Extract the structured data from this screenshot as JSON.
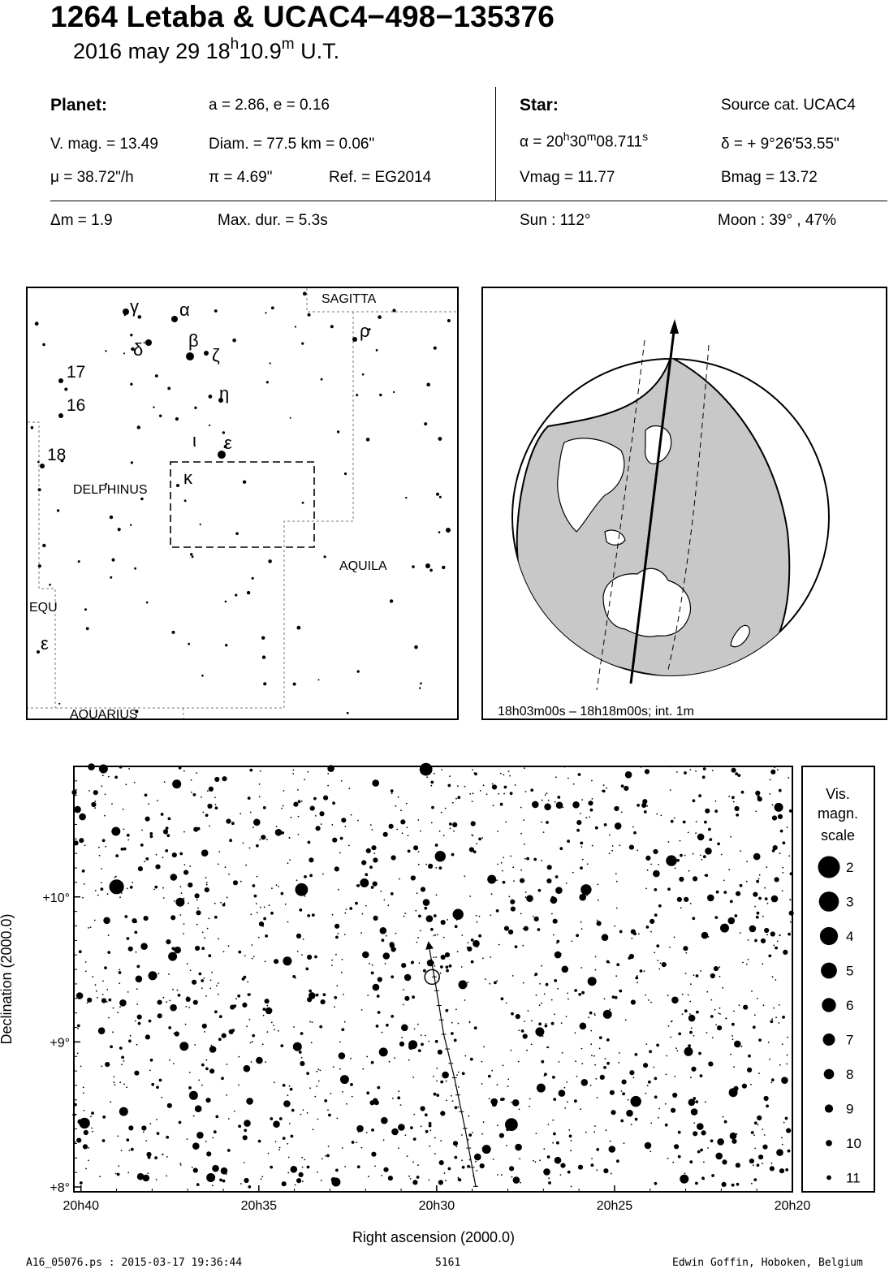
{
  "header": {
    "title": "1264 Letaba  &  UCAC4−498−135376",
    "date": "2016 may 29  18",
    "time_h": "h",
    "time_min": "10.9",
    "time_m": "m",
    "time_ut": " U.T."
  },
  "planet": {
    "label": "Planet:",
    "orbit": "a = 2.86, e = 0.16",
    "vmag": "V. mag. = 13.49",
    "diam": "Diam. = 77.5 km = 0.06\"",
    "mu": "μ =  38.72\"/h",
    "pi": "π =  4.69\"",
    "ref": "Ref. = EG2014"
  },
  "star": {
    "label": "Star:",
    "source": "Source cat.  UCAC4",
    "ra_prefix": "α = 20",
    "ra_h": "h",
    "ra_mid": "30",
    "ra_m": "m",
    "ra_sec": "08.711",
    "ra_s": "s",
    "dec": "δ = + 9°26′53.55\"",
    "vmag": "Vmag = 11.77",
    "bmag": "Bmag = 13.72"
  },
  "summary": {
    "dm": "Δm = 1.9",
    "maxdur": "Max. dur. = 5.3s",
    "sun": "Sun : 112°",
    "moon": "Moon :  39° , 47%"
  },
  "finder": {
    "constellations": [
      "SAGITTA",
      "DELPHINUS",
      "AQUILA",
      "EQU",
      "AQUARIUS"
    ],
    "greek": [
      "γ",
      "α",
      "δ",
      "β",
      "ζ",
      "η",
      "ι",
      "ε",
      "κ",
      "ρ",
      "ε"
    ],
    "numbers": [
      "17",
      "16",
      "18"
    ]
  },
  "globe": {
    "caption": "18h03m00s – 18h18m00s; int.  1m"
  },
  "chart_data": {
    "type": "scatter",
    "xlabel": "Right ascension (2000.0)",
    "ylabel": "Declination (2000.0)",
    "x_ticks": [
      "20h40",
      "20h35",
      "20h30",
      "20h25",
      "20h20"
    ],
    "y_ticks": [
      "+10°",
      "+9°",
      "+8°"
    ],
    "xlim": [
      "20h40",
      "20h20"
    ],
    "ylim": [
      8.0,
      10.9
    ],
    "legend_title": [
      "Vis.",
      "magn.",
      "scale"
    ],
    "legend_mags": [
      2,
      3,
      4,
      5,
      6,
      7,
      8,
      9,
      10,
      11
    ],
    "bright_stars": [
      {
        "ra_min": 39.0,
        "dec": 10.07,
        "mag": 4
      },
      {
        "ra_min": 33.8,
        "dec": 10.05,
        "mag": 5
      },
      {
        "ra_min": 30.3,
        "dec": 10.88,
        "mag": 5
      },
      {
        "ra_min": 29.9,
        "dec": 10.28,
        "mag": 6
      },
      {
        "ra_min": 29.4,
        "dec": 9.88,
        "mag": 6
      },
      {
        "ra_min": 25.8,
        "dec": 10.05,
        "mag": 6
      },
      {
        "ra_min": 23.4,
        "dec": 10.25,
        "mag": 6
      },
      {
        "ra_min": 27.9,
        "dec": 8.43,
        "mag": 5
      },
      {
        "ra_min": 24.4,
        "dec": 8.59,
        "mag": 6
      },
      {
        "ra_min": 39.9,
        "dec": 8.44,
        "mag": 6
      },
      {
        "ra_min": 37.1,
        "dec": 8.97,
        "mag": 7
      },
      {
        "ra_min": 25.2,
        "dec": 9.19,
        "mag": 7
      },
      {
        "ra_min": 27.1,
        "dec": 9.07,
        "mag": 7
      },
      {
        "ra_min": 31.5,
        "dec": 8.93,
        "mag": 7
      },
      {
        "ra_min": 38.8,
        "dec": 8.52,
        "mag": 7
      },
      {
        "ra_min": 28.6,
        "dec": 8.26,
        "mag": 7
      }
    ],
    "target_star": {
      "ra_min": 30.13,
      "dec": 9.448
    },
    "path_ra_min": [
      30.2,
      30.0,
      29.8,
      29.5,
      29.2,
      28.9
    ],
    "path_dec": [
      9.64,
      9.35,
      9.05,
      8.75,
      8.4,
      8.0
    ]
  },
  "footer": {
    "left": "A16_05076.ps : 2015-03-17 19:36:44",
    "mid": "5161",
    "right": "Edwin Goffin, Hoboken, Belgium"
  }
}
